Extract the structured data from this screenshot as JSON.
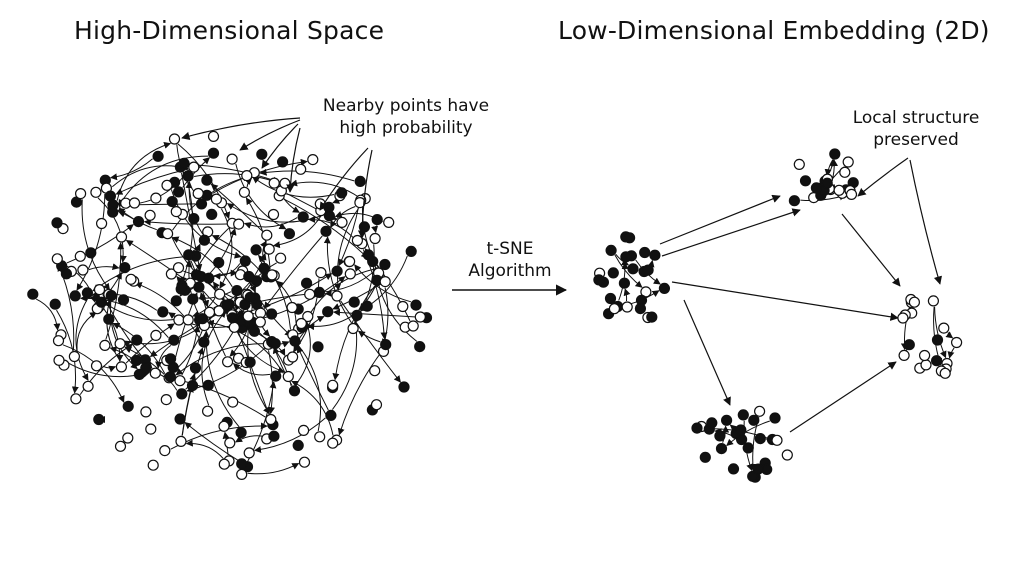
{
  "panels": {
    "high": {
      "title": "High-Dimensional Space"
    },
    "low": {
      "title": "Low-Dimensional Embedding (2D)"
    }
  },
  "annotations": {
    "nearby": {
      "line1": "Nearby points have",
      "line2": "high probability"
    },
    "local": {
      "line1": "Local structure",
      "line2": "preserved"
    },
    "algorithm": {
      "line1": "t-SNE",
      "line2": "Algorithm"
    }
  },
  "colors": {
    "ink": "#111111",
    "background": "#ffffff",
    "hollow": "#ffffff"
  }
}
